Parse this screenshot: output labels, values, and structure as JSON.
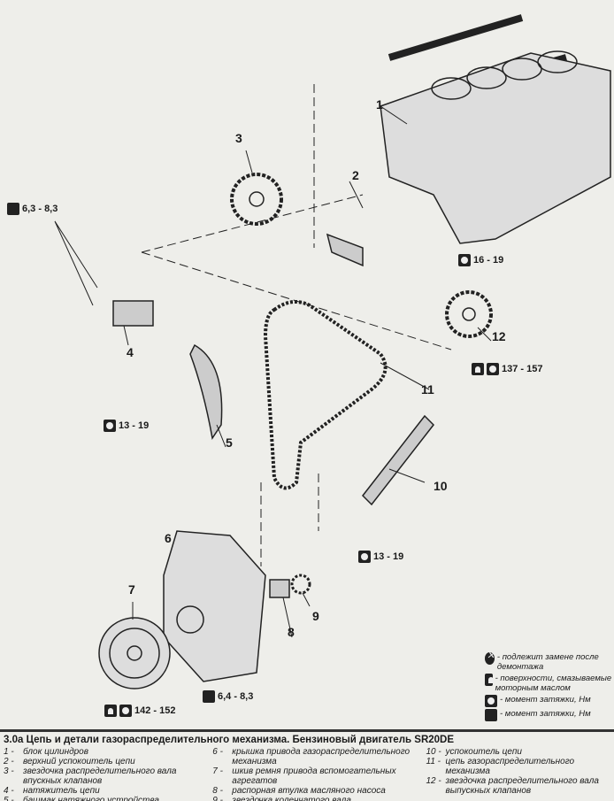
{
  "callouts": [
    "1",
    "2",
    "3",
    "4",
    "5",
    "6",
    "7",
    "8",
    "9",
    "10",
    "11",
    "12"
  ],
  "torques": {
    "t_tensioner": "6,3 - 8,3",
    "t_guide_upper": "16 - 19",
    "t_sprocket_exhaust": "137 - 157",
    "t_shoe": "13 - 19",
    "t_guide": "13 - 19",
    "t_cover": "6,4 - 8,3",
    "t_pulley": "142 - 152"
  },
  "legend": [
    {
      "icon": "replace-icon",
      "text": "- подлежит замене после демонтажа"
    },
    {
      "icon": "oil-icon",
      "text": "- поверхности, смазываемые моторным маслом"
    },
    {
      "icon": "torque-wrench-icon",
      "text": "- момент затяжки, Нм"
    },
    {
      "icon": "torque-sealant-icon",
      "text": "- момент затяжки, Нм"
    }
  ],
  "caption": {
    "title": "3.0a Цепь и детали газораспределительного механизма. Бензиновый двигатель SR20DE",
    "columns": [
      [
        {
          "n": "1 -",
          "t": "блок цилиндров"
        },
        {
          "n": "2 -",
          "t": "верхний успокоитель цепи"
        },
        {
          "n": "3 -",
          "t": "звездочка распределительного вала впускных клапанов"
        },
        {
          "n": "4 -",
          "t": "натяжитель цепи"
        },
        {
          "n": "5 -",
          "t": "башмак натяжного устройства"
        }
      ],
      [
        {
          "n": "6 -",
          "t": "крышка привода газораспределительного механизма"
        },
        {
          "n": "7 -",
          "t": "шкив ремня привода вспомогательных агрегатов"
        },
        {
          "n": "8 -",
          "t": "распорная втулка масляного насоса"
        },
        {
          "n": "9 -",
          "t": "звездочка коленчатого вала"
        }
      ],
      [
        {
          "n": "10 -",
          "t": "успокоитель цепи"
        },
        {
          "n": "11 -",
          "t": "цепь газораспределительного механизма"
        },
        {
          "n": "12 -",
          "t": "звездочка распределительного вала выпускных клапанов"
        }
      ]
    ]
  }
}
